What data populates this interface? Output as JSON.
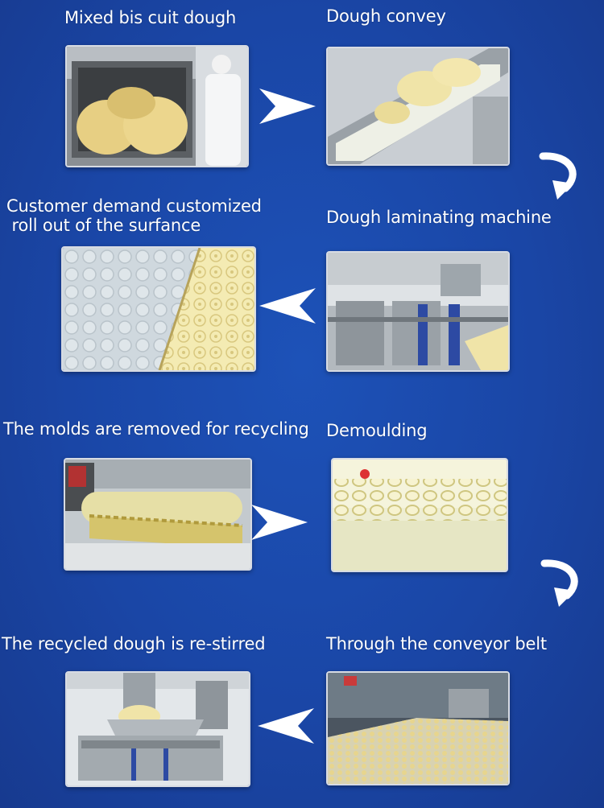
{
  "steps": [
    {
      "label": "Mixed bis cuit dough"
    },
    {
      "label": "Dough convey"
    },
    {
      "label": "Dough laminating machine"
    },
    {
      "label_lines": [
        "Customer demand customized",
        " roll out of the surfance"
      ]
    },
    {
      "label": "The molds are removed for recycling"
    },
    {
      "label": "Demoulding"
    },
    {
      "label": "Through the conveyor belt"
    },
    {
      "label": "The recycled dough is re-stirred"
    }
  ],
  "colors": {
    "background": "#1a46a6",
    "text": "#ffffff",
    "arrow": "#ffffff",
    "dough": "#f0e4a8"
  },
  "icons": [
    "arrow-right-icon",
    "arrow-left-icon",
    "curved-arrow-down-icon"
  ]
}
